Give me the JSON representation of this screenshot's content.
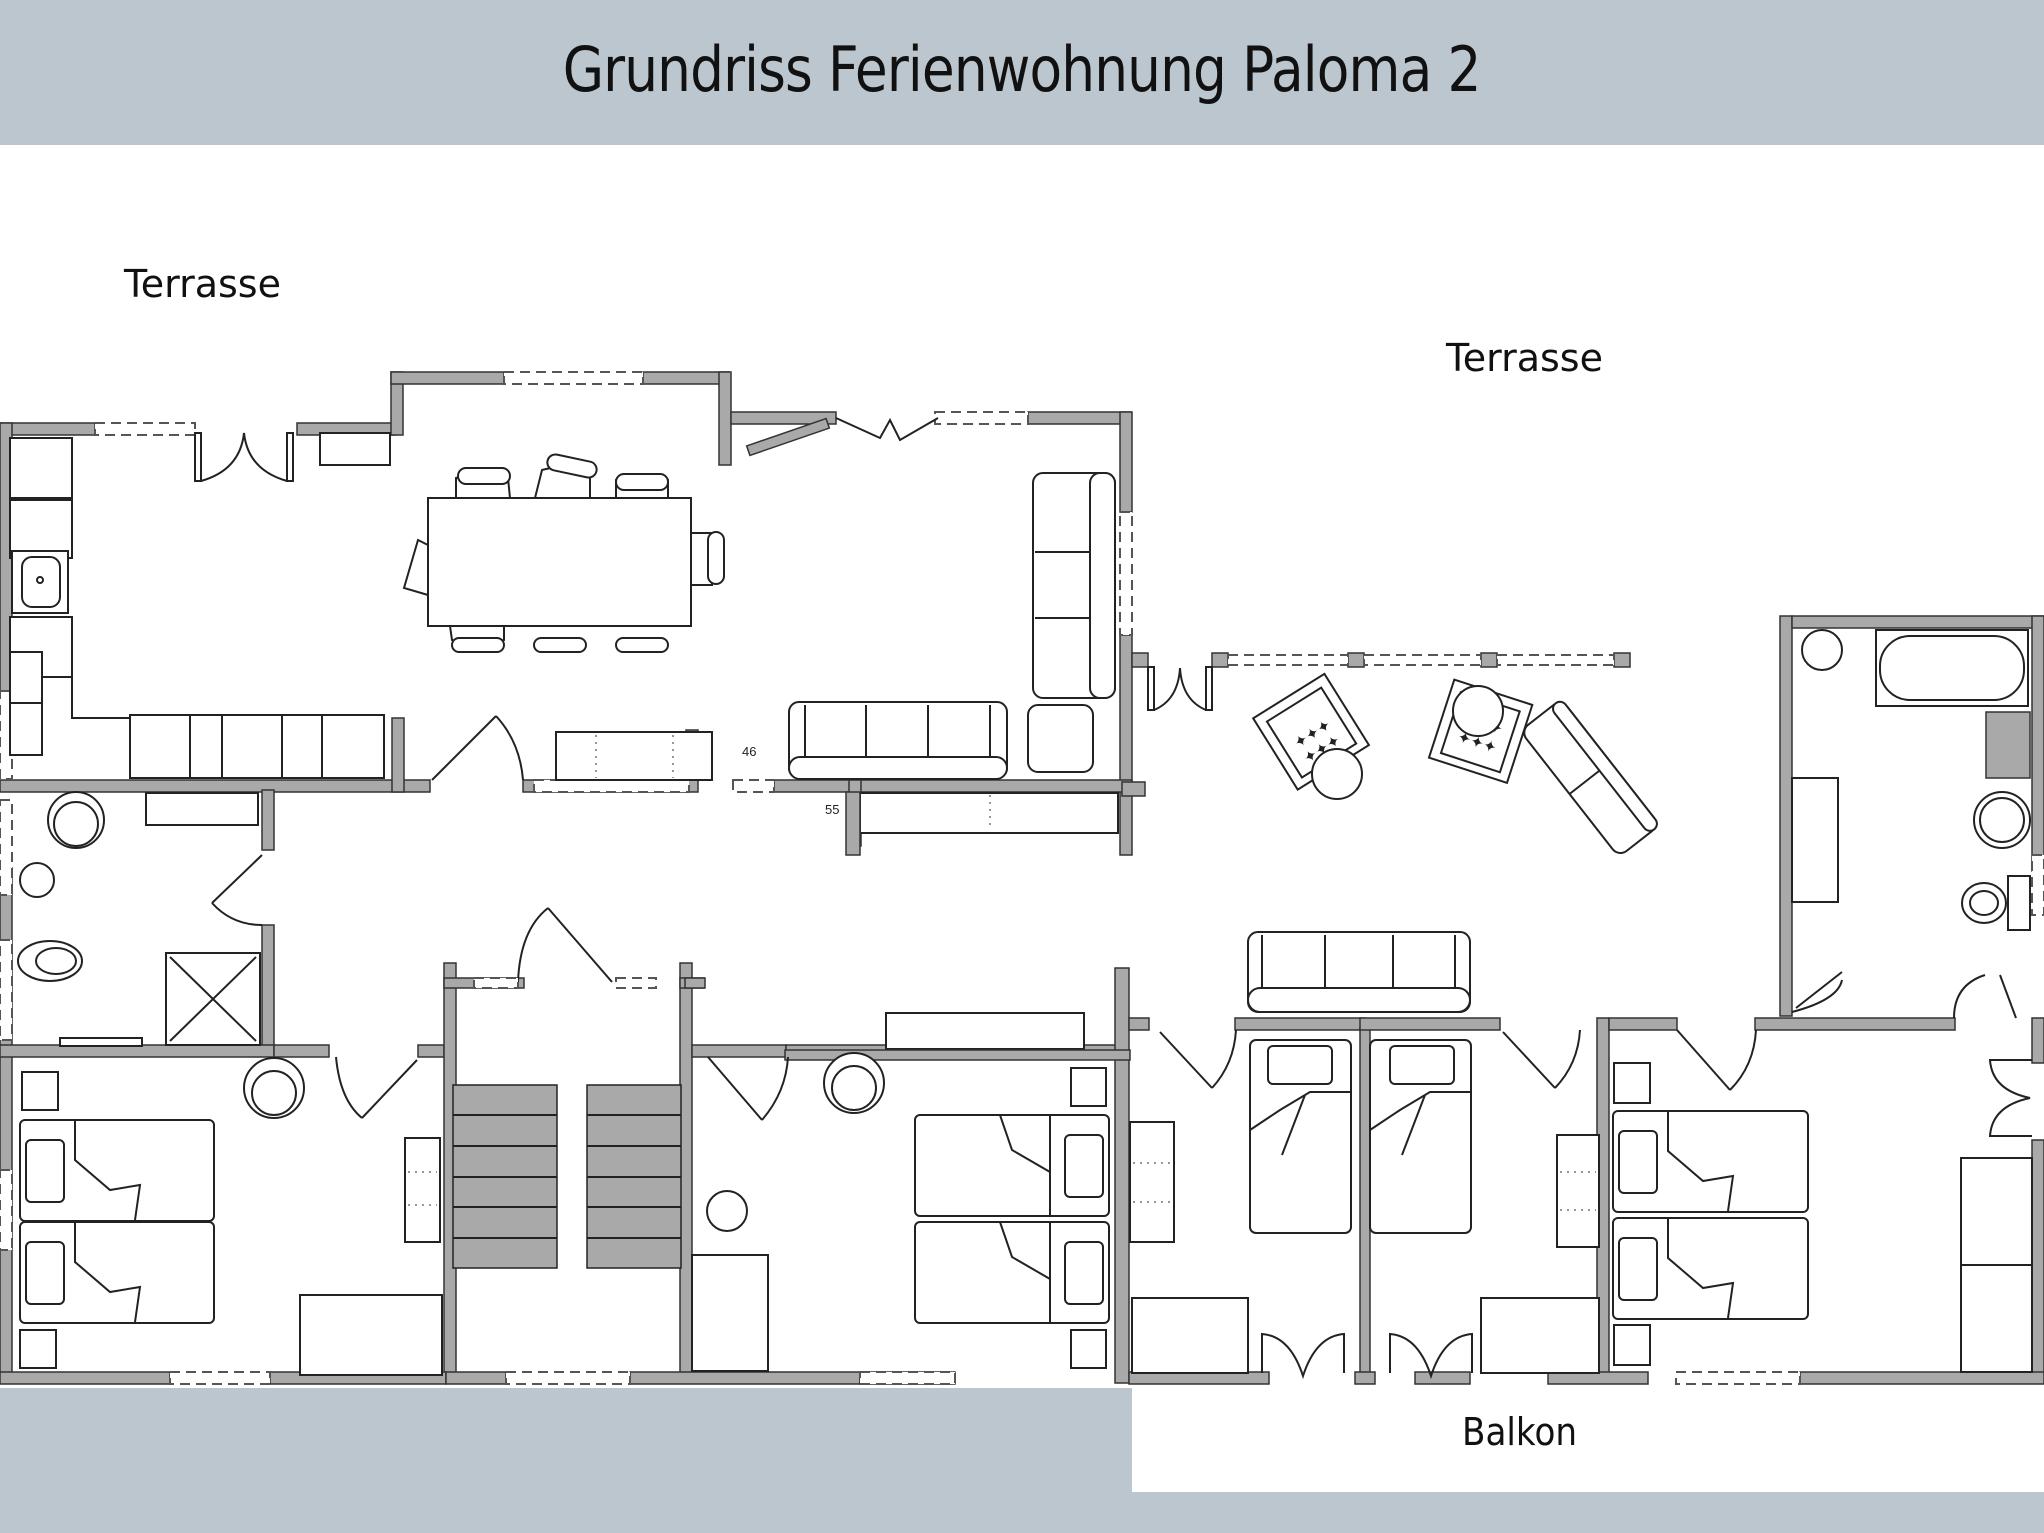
{
  "header": {
    "title": "Grundriss Ferienwohnung Paloma 2"
  },
  "labels": {
    "terrasse_left": "Terrasse",
    "terrasse_right": "Terrasse",
    "balkon": "Balkon"
  },
  "dimensions": {
    "dim_46": "46",
    "dim_55": "55"
  },
  "colors": {
    "background_frame": "#bcc6ce",
    "wall_fill": "#a9a9a9",
    "plan_background": "#ffffff",
    "line": "#222222"
  },
  "rooms": [
    {
      "name": "kitchen-dining",
      "furniture": [
        "kitchen-counter",
        "sink",
        "dining-table",
        "chairs-8",
        "french-door"
      ]
    },
    {
      "name": "living-room",
      "furniture": [
        "sofa-3-seat",
        "corner-sofa",
        "ottoman",
        "sideboard"
      ]
    },
    {
      "name": "lounge",
      "furniture": [
        "armchair-2",
        "side-table-2",
        "sofa-2-seat",
        "sofa-3-seat",
        "french-door"
      ]
    },
    {
      "name": "bathroom-left",
      "furniture": [
        "washbasin",
        "toilet",
        "shower",
        "stool",
        "shelf"
      ]
    },
    {
      "name": "bathroom-right",
      "furniture": [
        "bathtub",
        "washbasin",
        "toilet",
        "stool",
        "cabinet"
      ]
    },
    {
      "name": "bedroom-1",
      "furniture": [
        "single-bed-2",
        "nightstand-2",
        "washbasin",
        "dresser",
        "wardrobe"
      ]
    },
    {
      "name": "staircase",
      "furniture": [
        "stairs-up",
        "stairs-down"
      ]
    },
    {
      "name": "bedroom-2",
      "furniture": [
        "single-bed-2",
        "nightstand-2",
        "washbasin",
        "stool",
        "wardrobe",
        "shelf"
      ]
    },
    {
      "name": "bedroom-3",
      "furniture": [
        "single-bed",
        "dresser",
        "wardrobe",
        "french-door"
      ]
    },
    {
      "name": "bedroom-4",
      "furniture": [
        "single-bed",
        "dresser",
        "wardrobe",
        "french-door"
      ]
    },
    {
      "name": "bedroom-5",
      "furniture": [
        "single-bed-2",
        "nightstand-2",
        "wardrobe",
        "french-door"
      ]
    }
  ]
}
